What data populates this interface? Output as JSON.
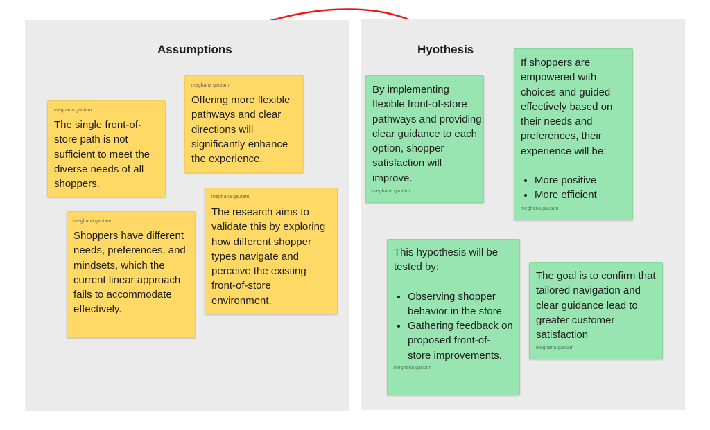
{
  "assumptions": {
    "title": "Assumptions",
    "notes": [
      {
        "author": "meghana gautam",
        "text": "The single front-of-store path is not sufficient to meet the diverse needs of all shoppers."
      },
      {
        "author": "meghana gautam",
        "text": "Offering more flexible pathways and clear directions will significantly enhance the experience."
      },
      {
        "author": "meghana gautam",
        "text": "Shoppers have different needs, preferences, and mindsets, which the current linear approach fails to accommodate effectively."
      },
      {
        "author": "meghana gautam",
        "text": "The research aims to validate this by exploring how different shopper types navigate and perceive the existing front-of-store environment."
      }
    ]
  },
  "hypothesis": {
    "title": "Hyothesis",
    "notes": [
      {
        "author": "meghana gautam",
        "lines": [
          "By implementing",
          "flexible front-of-store",
          "pathways and providing",
          "clear guidance to each",
          "option, shopper",
          "satisfaction will",
          "improve."
        ]
      },
      {
        "author": "meghana gautam",
        "text": "If shoppers are empowered with choices and guided effectively based on their needs and preferences, their experience will be:",
        "bullets": [
          "More positive",
          "More efficient"
        ]
      },
      {
        "author": "meghana gautam",
        "text": "This hypothesis will be tested by:",
        "bullets": [
          "Observing shopper behavior in the store",
          "Gathering feedback on proposed front-of-store improvements."
        ]
      },
      {
        "author": "meghana gautam",
        "text": "The goal is to confirm that tailored navigation and clear guidance lead to greater customer satisfaction"
      }
    ]
  },
  "colors": {
    "section_bg": "#ebebeb",
    "sticky_yellow": "#ffd966",
    "sticky_green": "#98e5b1",
    "arrow": "#e8191a"
  }
}
